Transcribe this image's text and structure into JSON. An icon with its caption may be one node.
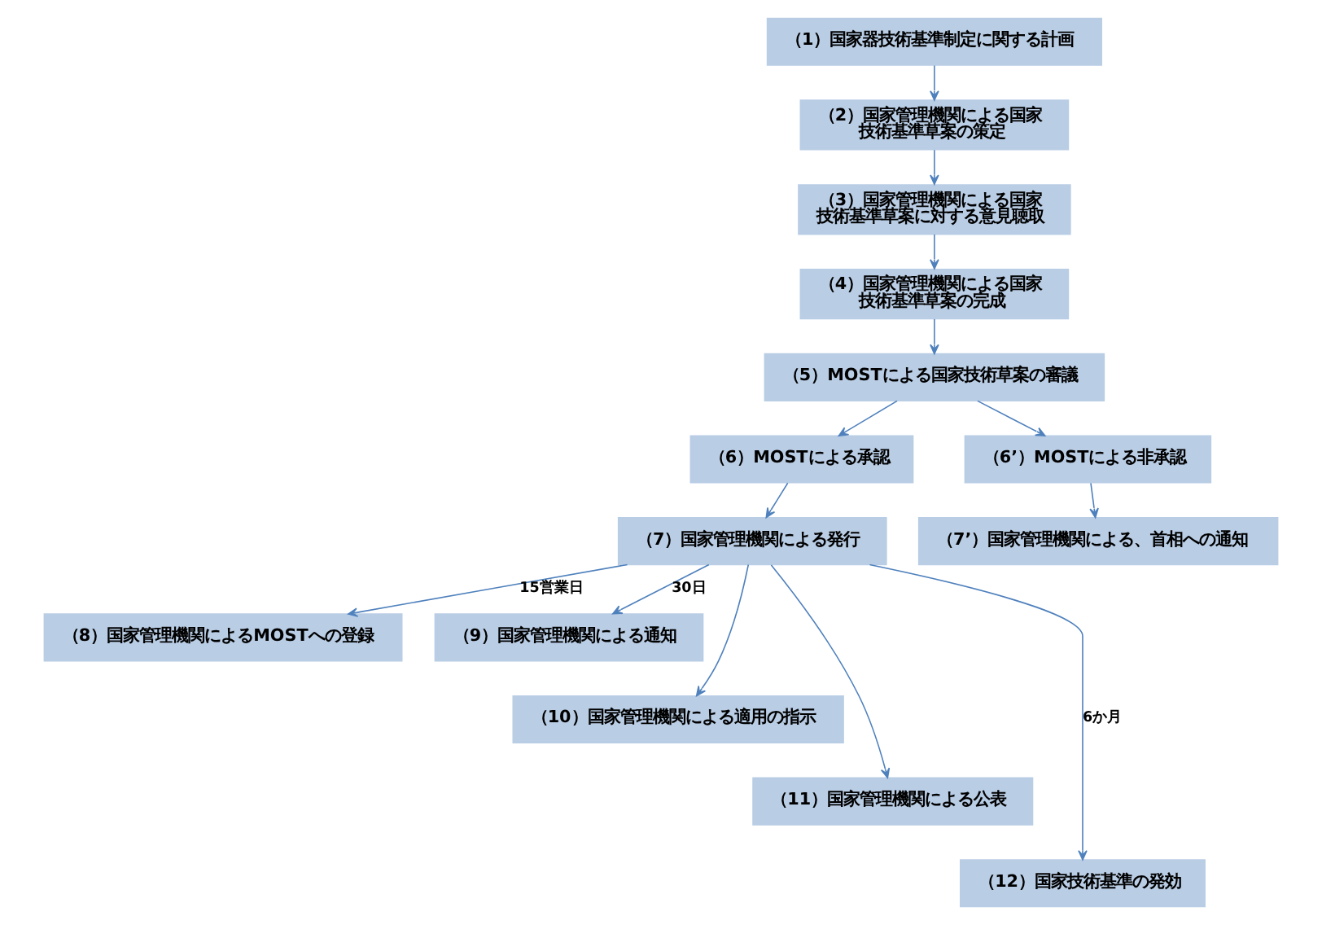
{
  "diagram": {
    "nodes": [
      {
        "text": [
          "（1）国家器技術基準制定に関する計画"
        ]
      },
      {
        "text": [
          "（2）国家管理機関による国家技術基準草案の策定"
        ]
      },
      {
        "text": [
          "（3）国家管理機関による国家技術基準草案に対する意見聴取"
        ]
      },
      {
        "text": [
          "（4）国家管理機関による国家技術基準草案の完成"
        ]
      },
      {
        "text": [
          "（5）MOSTによる国家技術草案の審議"
        ]
      },
      {
        "text": [
          "（7）国家管理機関による発行"
        ]
      },
      {
        "text": [
          "（6）MOSTによる承認"
        ]
      },
      {
        "text": [
          "（6’）MOSTによる非承認"
        ]
      },
      {
        "text": [
          "（7’）国家管理機関による、首相への通知"
        ]
      },
      {
        "text": [
          "（8）国家管理機関によるMOSTへの登録"
        ]
      },
      {
        "text": [
          "（9）国家管理機関による通知"
        ]
      },
      {
        "text": [
          "（10）国家管理機関による適用の指示"
        ]
      },
      {
        "text": [
          "（11）国家管理機関による公表"
        ]
      },
      {
        "text": [
          "（12）国家技術基準の発効"
        ]
      }
    ],
    "edges": [
      {
        "from": 0,
        "to": 1,
        "arrow": "to"
      },
      {
        "from": 1,
        "to": 2,
        "arrow": "to"
      },
      {
        "from": 2,
        "to": 3,
        "arrow": "to"
      },
      {
        "from": 3,
        "to": 4,
        "arrow": "to"
      },
      {
        "from": 4,
        "to": 6,
        "arrow": "to"
      },
      {
        "from": 4,
        "to": 7,
        "arrow": "to"
      },
      {
        "from": 6,
        "to": 5,
        "arrow": "to"
      },
      {
        "from": 7,
        "to": 8,
        "arrow": "to"
      },
      {
        "from": 5,
        "to": 9,
        "arrow": "to",
        "label": "15営業日"
      },
      {
        "from": 5,
        "to": 10,
        "arrow": "to",
        "label": "30日"
      },
      {
        "from": 5,
        "to": 11,
        "arrow": "to"
      },
      {
        "from": 5,
        "to": 12,
        "arrow": "to"
      },
      {
        "from": 5,
        "to": 13,
        "arrow": "to",
        "label": "6か月"
      }
    ]
  }
}
